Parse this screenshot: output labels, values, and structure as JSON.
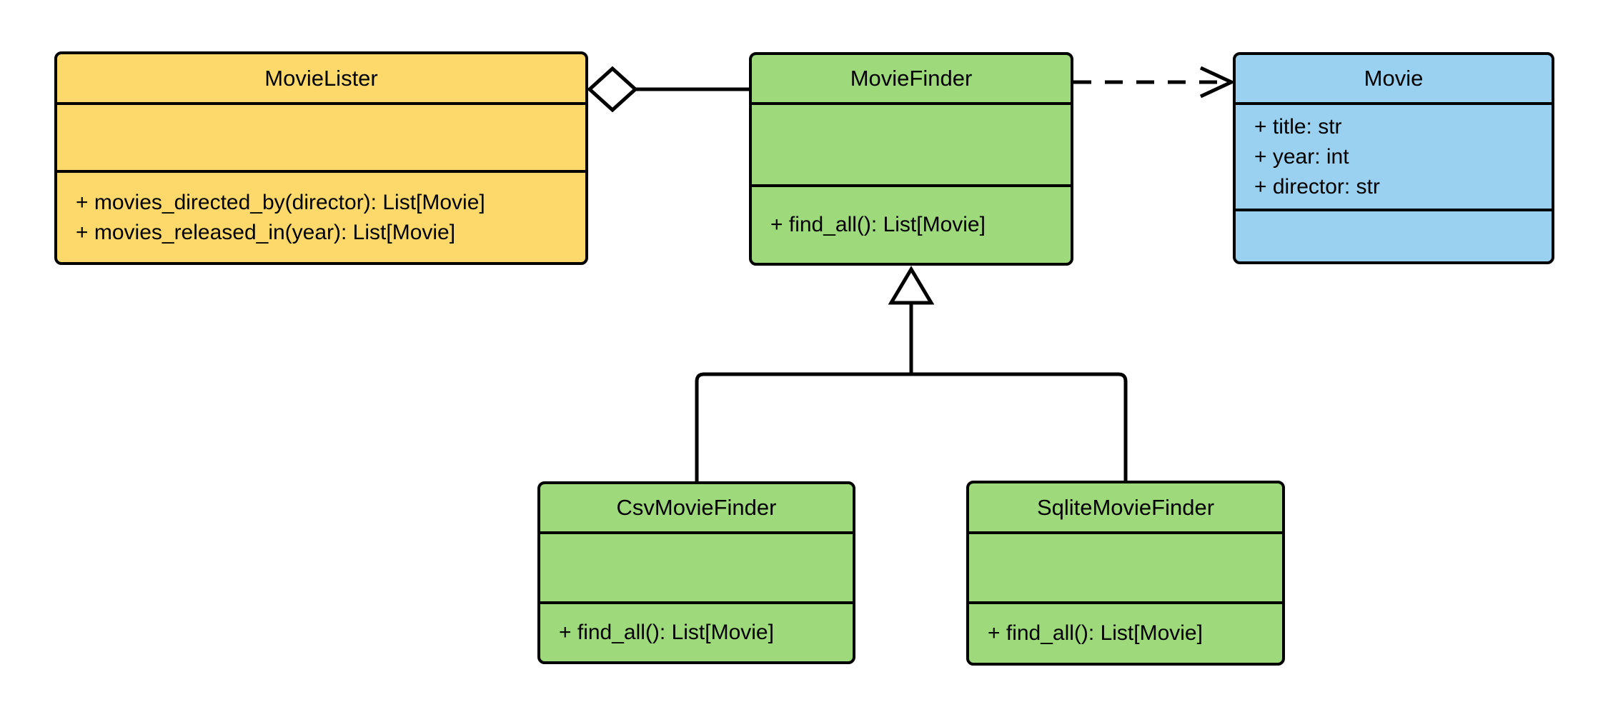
{
  "diagram": {
    "kind": "UML class diagram",
    "background": "#FFFFFF",
    "stroke": "#000000",
    "connector_fill": "#FFFFFF",
    "classes": [
      {
        "name": "MovieLister",
        "fill": "#FDD96B",
        "attributes": [],
        "methods": [
          "+ movies_directed_by(director): List[Movie]",
          "+ movies_released_in(year): List[Movie]"
        ]
      },
      {
        "name": "MovieFinder",
        "fill": "#9ED97B",
        "attributes": [],
        "methods": [
          "+ find_all(): List[Movie]"
        ]
      },
      {
        "name": "Movie",
        "fill": "#9AD1F0",
        "attributes": [
          "+ title: str",
          "+ year: int",
          "+ director: str"
        ],
        "methods": []
      },
      {
        "name": "CsvMovieFinder",
        "fill": "#9ED97B",
        "attributes": [],
        "methods": [
          "+ find_all(): List[Movie]"
        ]
      },
      {
        "name": "SqliteMovieFinder",
        "fill": "#9ED97B",
        "attributes": [],
        "methods": [
          "+ find_all(): List[Movie]"
        ]
      }
    ],
    "relationships": [
      {
        "type": "aggregation",
        "from": "MovieLister",
        "to": "MovieFinder",
        "marker": "open-diamond",
        "line": "solid"
      },
      {
        "type": "dependency",
        "from": "MovieFinder",
        "to": "Movie",
        "marker": "open-arrow",
        "line": "dashed"
      },
      {
        "type": "generalization",
        "from": "CsvMovieFinder",
        "to": "MovieFinder",
        "marker": "hollow-triangle",
        "line": "solid"
      },
      {
        "type": "generalization",
        "from": "SqliteMovieFinder",
        "to": "MovieFinder",
        "marker": "hollow-triangle",
        "line": "solid"
      }
    ]
  }
}
